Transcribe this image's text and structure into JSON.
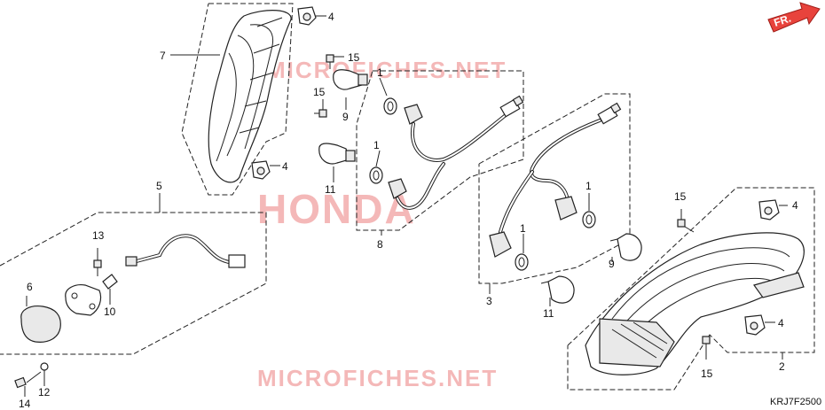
{
  "watermarks": {
    "site_top": "MICROFICHES.NET",
    "brand": "HONDA",
    "site_bottom": "MICROFICHES.NET"
  },
  "direction_label": "FR.",
  "diagram_code": "KRJ7F2500",
  "callouts": {
    "c1a": "1",
    "c1b": "1",
    "c1c": "1",
    "c1d": "1",
    "c2": "2",
    "c3": "3",
    "c4a": "4",
    "c4b": "4",
    "c4c": "4",
    "c4d": "4",
    "c5": "5",
    "c6": "6",
    "c7": "7",
    "c8": "8",
    "c9a": "9",
    "c9b": "9",
    "c10": "10",
    "c11a": "11",
    "c11b": "11",
    "c12": "12",
    "c13": "13",
    "c14": "14",
    "c15a": "15",
    "c15b": "15",
    "c15c": "15",
    "c15d": "15"
  },
  "colors": {
    "watermark": "#f4b8b8",
    "arrow": "#e8433c",
    "line": "#222222"
  }
}
